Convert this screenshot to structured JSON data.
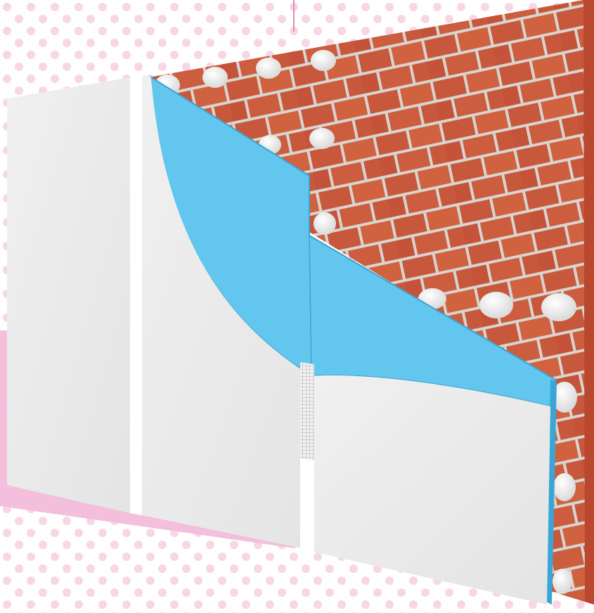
{
  "scene": {
    "type": "wall-insulation-cutaway",
    "layers": [
      {
        "name": "brick-masonry",
        "color": "#c85a3c"
      },
      {
        "name": "adhesive-dabs",
        "color": "#f1f1f1"
      },
      {
        "name": "insulation-board",
        "color": "#62c6ef"
      },
      {
        "name": "fiberglass-mesh",
        "color": "#9a9a9a"
      },
      {
        "name": "finish-plaster",
        "color": "#e9e9e9"
      }
    ],
    "background": {
      "dots": "#f8d6e6",
      "band": "#f3bfdc"
    }
  }
}
